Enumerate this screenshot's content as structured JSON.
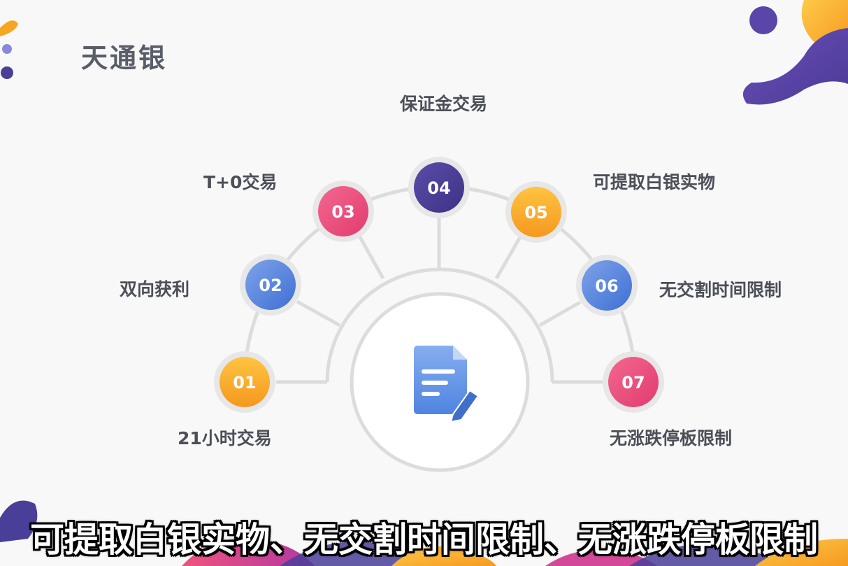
{
  "title": "天通银",
  "features": [
    {
      "num": "01",
      "label": "21小时交易"
    },
    {
      "num": "02",
      "label": "双向获利"
    },
    {
      "num": "03",
      "label": "T+0交易"
    },
    {
      "num": "04",
      "label": "保证金交易"
    },
    {
      "num": "05",
      "label": "可提取白银实物"
    },
    {
      "num": "06",
      "label": "无交割时间限制"
    },
    {
      "num": "07",
      "label": "无涨跌停板限制"
    }
  ],
  "subtitle": "可提取白银实物、无交割时间限制、无涨跌停板限制",
  "center_icon": "document-edit-icon",
  "colors": {
    "orange": "#f5a623",
    "blue": "#4a78d8",
    "pink": "#e8457a",
    "purple": "#4a3f98",
    "connector": "#dcdcdc"
  }
}
